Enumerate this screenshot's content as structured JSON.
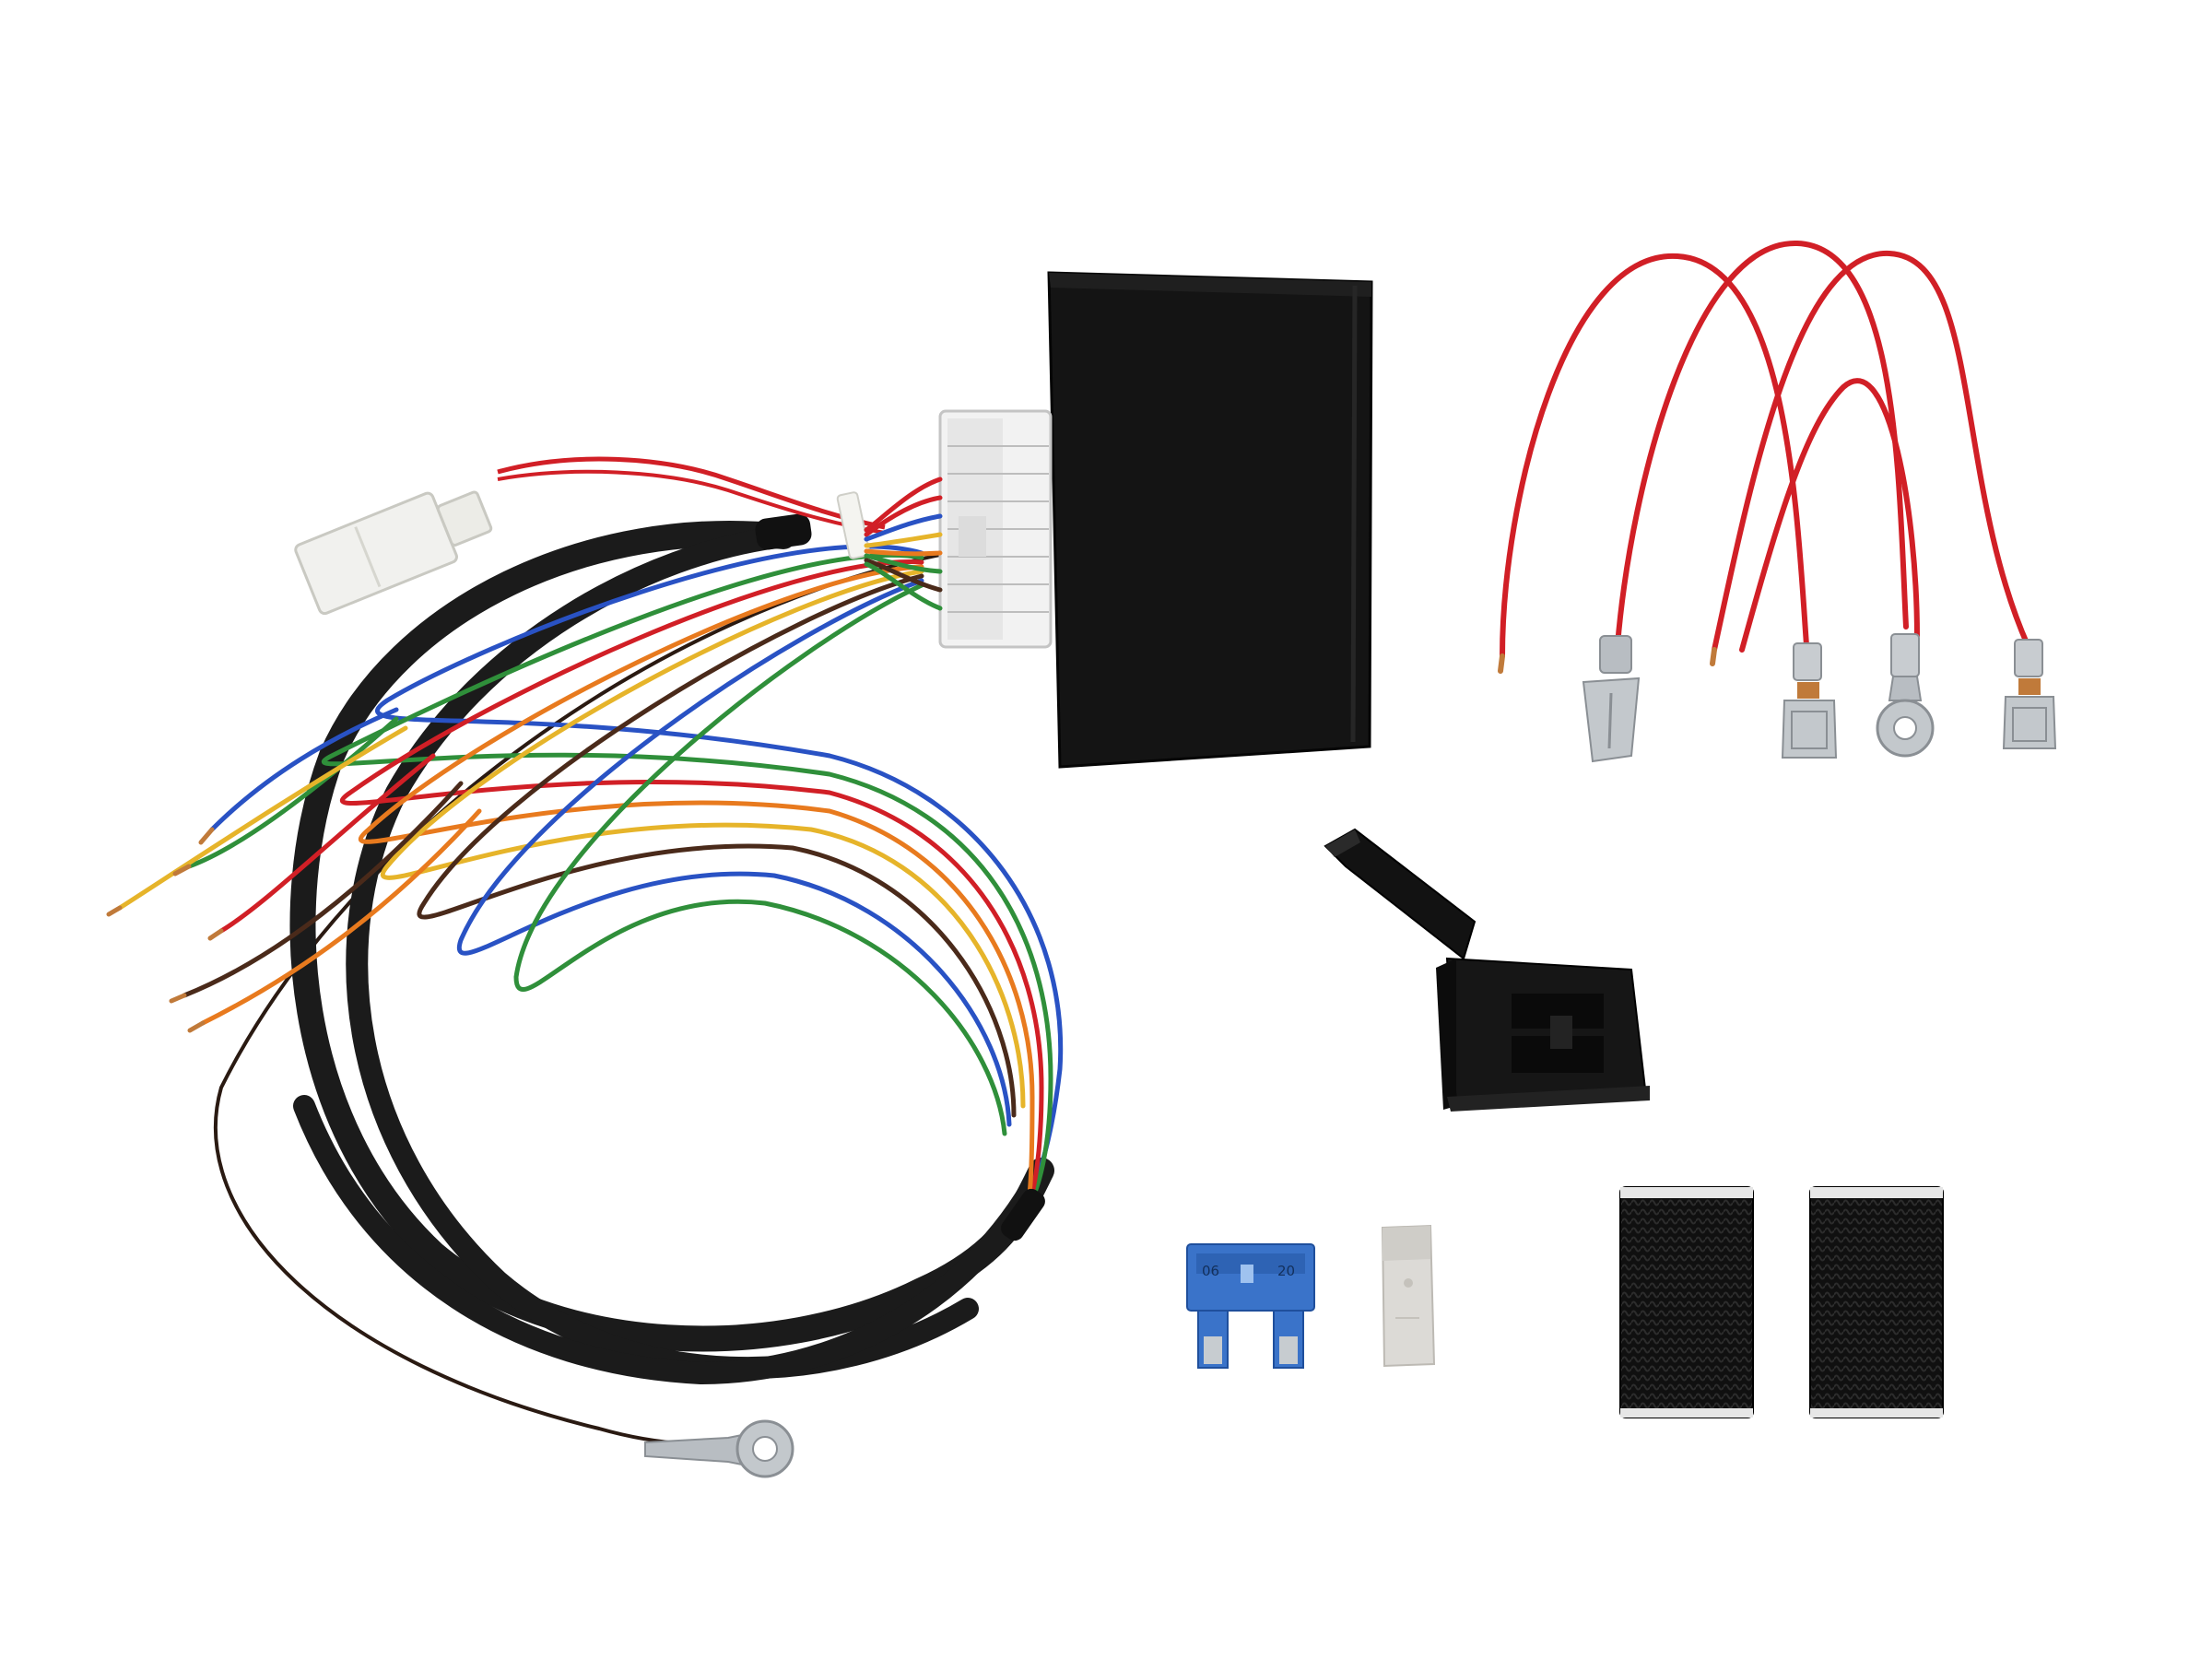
{
  "photo": {
    "background": "#ffffff",
    "colors": {
      "module": "#141414",
      "cable": "#1b1b1b",
      "red_wire": "#d11f26",
      "blue_wire": "#2952c4",
      "green_wire": "#2f8f3a",
      "yellow_wire": "#e6b42a",
      "orange_wire": "#e87a1e",
      "brown_wire": "#4a2a1a",
      "copper": "#c07a3a",
      "steel": "#b8bdc2",
      "fuse_blue": "#3a73c9",
      "connector_white": "#f2f2f2"
    },
    "items": [
      {
        "id": "control-module",
        "icon": "module-box-icon"
      },
      {
        "id": "wiring-harness",
        "icon": "cable-icon"
      },
      {
        "id": "red-wire-set",
        "icon": "wire-terminal-icon",
        "count": 4
      },
      {
        "id": "fuse-holder",
        "icon": "fuse-holder-icon"
      },
      {
        "id": "blade-fuse",
        "icon": "fuse-icon"
      },
      {
        "id": "fuse-puller",
        "icon": "puller-icon"
      },
      {
        "id": "velcro-pads",
        "icon": "velcro-icon",
        "count": 2
      }
    ],
    "fuse": {
      "left_marking": "06",
      "right_marking": "20"
    }
  }
}
